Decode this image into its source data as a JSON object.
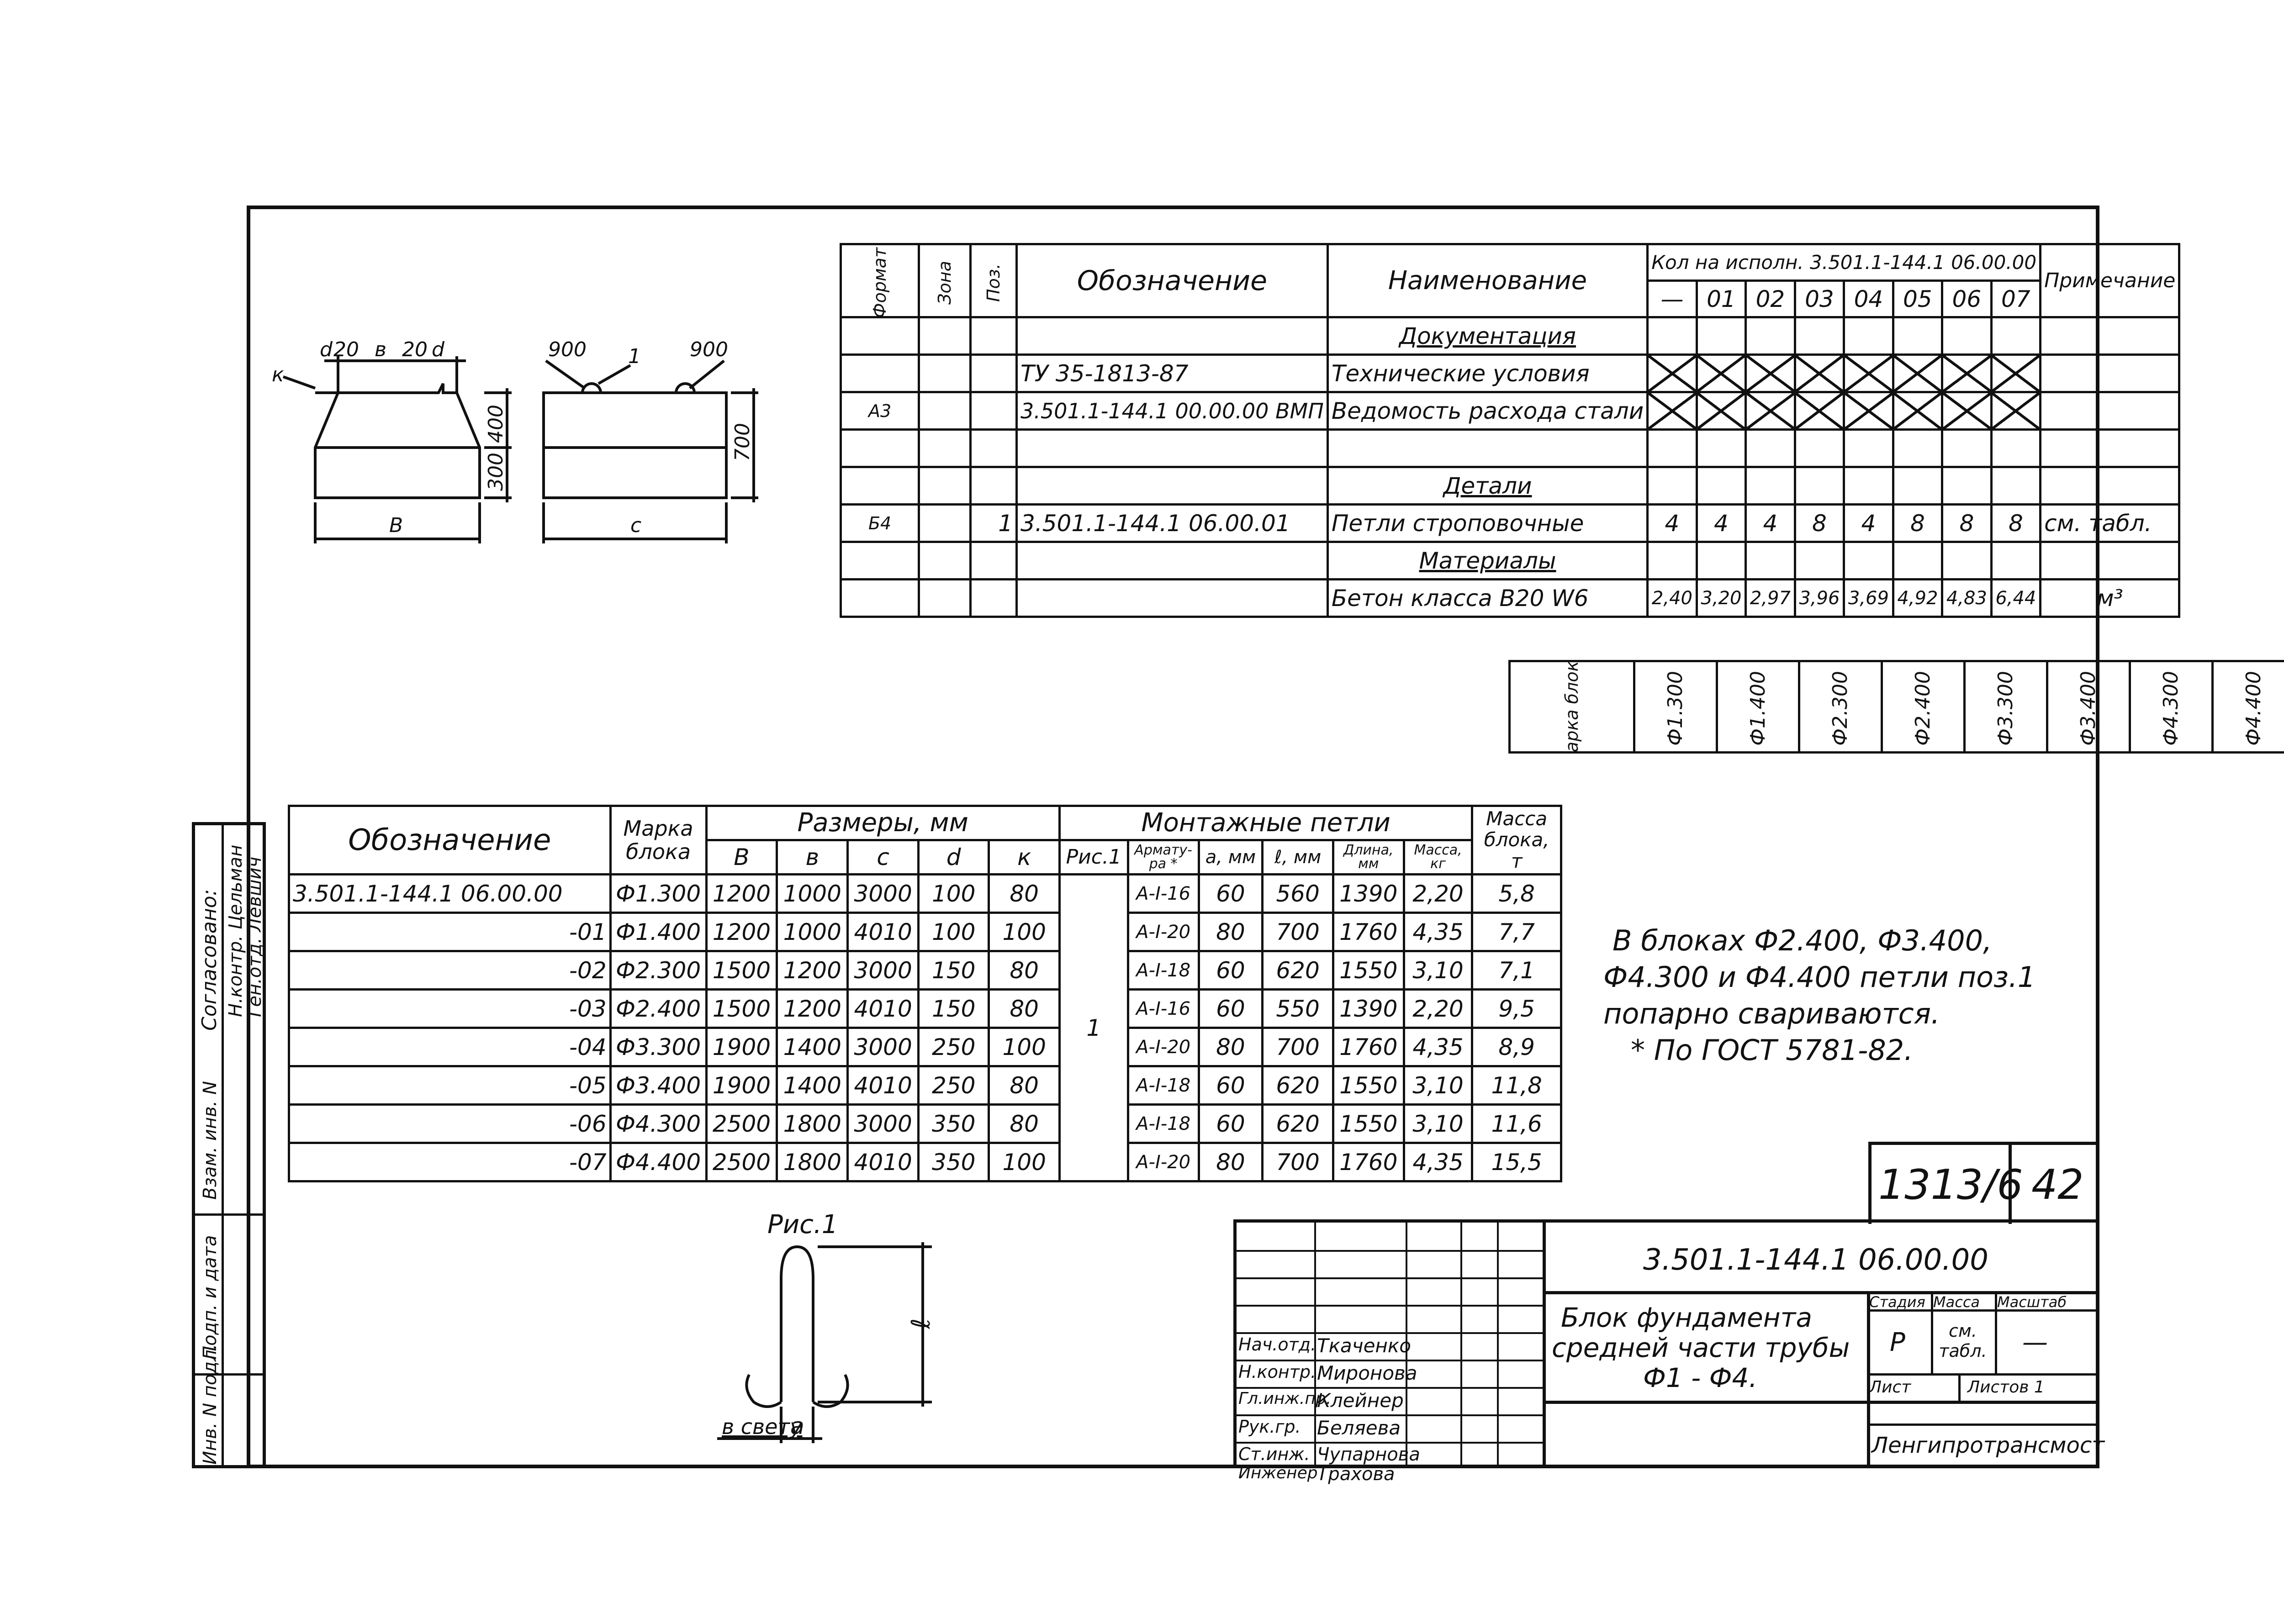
{
  "spec": {
    "headers": {
      "format": "Формат",
      "zone": "Зона",
      "pos": "Поз.",
      "designation": "Обозначение",
      "name": "Наименование",
      "qty": "Кол на исполн. 3.501.1-144.1 06.00.00",
      "variants": [
        "—",
        "01",
        "02",
        "03",
        "04",
        "05",
        "06",
        "07"
      ],
      "note": "Примечание"
    },
    "sections": {
      "docs": "Документация",
      "parts": "Детали",
      "materials": "Материалы"
    },
    "rows": {
      "tu": {
        "designation": "ТУ 35-1813-87",
        "name": "Технические условия"
      },
      "vmp": {
        "format": "А3",
        "designation": "3.501.1-144.1 00.00.00 ВМП",
        "name": "Ведомость расхода стали"
      },
      "loops": {
        "format": "Б4",
        "pos": "1",
        "designation": "3.501.1-144.1 06.00.01",
        "name": "Петли строповочные",
        "qty": [
          "4",
          "4",
          "4",
          "8",
          "4",
          "8",
          "8",
          "8"
        ],
        "note": "см. табл."
      },
      "concrete": {
        "name": "Бетон класса В20 W6",
        "qty": [
          "2,40",
          "3,20",
          "2,97",
          "3,96",
          "3,69",
          "4,92",
          "4,83",
          "6,44"
        ],
        "note": "м³"
      }
    },
    "marks_label": "Марка блока",
    "marks": [
      "Ф1.300",
      "Ф1.400",
      "Ф2.300",
      "Ф2.400",
      "Ф3.300",
      "Ф3.400",
      "Ф4.300",
      "Ф4.400"
    ]
  },
  "dims_table": {
    "headers": {
      "designation": "Обозначение",
      "mark": "Марка блока",
      "sizes": "Размеры, мм",
      "size_cols": [
        "В",
        "в",
        "с",
        "d",
        "к"
      ],
      "loops": "Монтажные петли",
      "loop_cols": [
        "Рис.1",
        "Армату-ра *",
        "a, мм",
        "ℓ, мм",
        "Длина, мм",
        "Масса, кг"
      ],
      "mass": "Масса блока, т"
    },
    "fig_ref": "1",
    "rows": [
      {
        "des": "3.501.1-144.1   06.00.00",
        "mark": "Ф1.300",
        "B": "1200",
        "b": "1000",
        "c": "3000",
        "d": "100",
        "k": "80",
        "arm": "А-I-16",
        "a": "60",
        "l": "560",
        "len": "1390",
        "mk": "2,20",
        "mass": "5,8"
      },
      {
        "des": "-01",
        "mark": "Ф1.400",
        "B": "1200",
        "b": "1000",
        "c": "4010",
        "d": "100",
        "k": "100",
        "arm": "А-I-20",
        "a": "80",
        "l": "700",
        "len": "1760",
        "mk": "4,35",
        "mass": "7,7"
      },
      {
        "des": "-02",
        "mark": "Ф2.300",
        "B": "1500",
        "b": "1200",
        "c": "3000",
        "d": "150",
        "k": "80",
        "arm": "А-I-18",
        "a": "60",
        "l": "620",
        "len": "1550",
        "mk": "3,10",
        "mass": "7,1"
      },
      {
        "des": "-03",
        "mark": "Ф2.400",
        "B": "1500",
        "b": "1200",
        "c": "4010",
        "d": "150",
        "k": "80",
        "arm": "А-I-16",
        "a": "60",
        "l": "550",
        "len": "1390",
        "mk": "2,20",
        "mass": "9,5"
      },
      {
        "des": "-04",
        "mark": "Ф3.300",
        "B": "1900",
        "b": "1400",
        "c": "3000",
        "d": "250",
        "k": "100",
        "arm": "А-I-20",
        "a": "80",
        "l": "700",
        "len": "1760",
        "mk": "4,35",
        "mass": "8,9"
      },
      {
        "des": "-05",
        "mark": "Ф3.400",
        "B": "1900",
        "b": "1400",
        "c": "4010",
        "d": "250",
        "k": "80",
        "arm": "А-I-18",
        "a": "60",
        "l": "620",
        "len": "1550",
        "mk": "3,10",
        "mass": "11,8"
      },
      {
        "des": "-06",
        "mark": "Ф4.300",
        "B": "2500",
        "b": "1800",
        "c": "3000",
        "d": "350",
        "k": "80",
        "arm": "А-I-18",
        "a": "60",
        "l": "620",
        "len": "1550",
        "mk": "3,10",
        "mass": "11,6"
      },
      {
        "des": "-07",
        "mark": "Ф4.400",
        "B": "2500",
        "b": "1800",
        "c": "4010",
        "d": "350",
        "k": "100",
        "arm": "А-I-20",
        "a": "80",
        "l": "700",
        "len": "1760",
        "mk": "4,35",
        "mass": "15,5"
      }
    ]
  },
  "notes": {
    "line1": "В  блоках Ф2.400, Ф3.400,",
    "line2": "Ф4.300 и Ф4.400 петли поз.1",
    "line3": "попарно  свариваются.",
    "line4": "* По  ГОСТ  5781-82."
  },
  "sketch": {
    "labels": {
      "d": "d",
      "b": "в",
      "twenty": "20",
      "B": "В",
      "c": "с",
      "k": "к",
      "pos1": "1",
      "h300": "300",
      "h400": "400",
      "h700": "700",
      "w900": "900"
    }
  },
  "figure": {
    "title": "Рис.1",
    "l": "ℓ",
    "a": "а",
    "clear": "в свету"
  },
  "stamp": {
    "doc_code": "1313/6",
    "sheet_no": "42",
    "designation": "3.501.1-144.1   06.00.00",
    "title_lines": [
      "Блок фундамента",
      "средней части трубы",
      "Ф1 - Ф4."
    ],
    "stage_h": "Стадия",
    "mass_h": "Масса",
    "scale_h": "Масштаб",
    "stage": "Р",
    "mass": "см. табл.",
    "scale": "—",
    "sheet_h": "Лист",
    "sheets_h": "Листов 1",
    "org": "Ленгипротрансмост",
    "signers": [
      {
        "role": "Нач.отд.",
        "name": "Ткаченко"
      },
      {
        "role": "Н.контр.",
        "name": "Миронова"
      },
      {
        "role": "Гл.инж.пр.",
        "name": "Клейнер"
      },
      {
        "role": "Рук.гр.",
        "name": "Беляева"
      },
      {
        "role": "Ст.инж.",
        "name": "Чупарнова"
      },
      {
        "role": "Инженер",
        "name": "Трахова"
      }
    ]
  },
  "side": {
    "agreed": "Согласовано:",
    "line1": "Н.контр. Цельман",
    "line2": "Ген.отд. Левшич",
    "cols": [
      "Взам. инв. N",
      "Подп. и дата",
      "Инв. N подл."
    ]
  }
}
